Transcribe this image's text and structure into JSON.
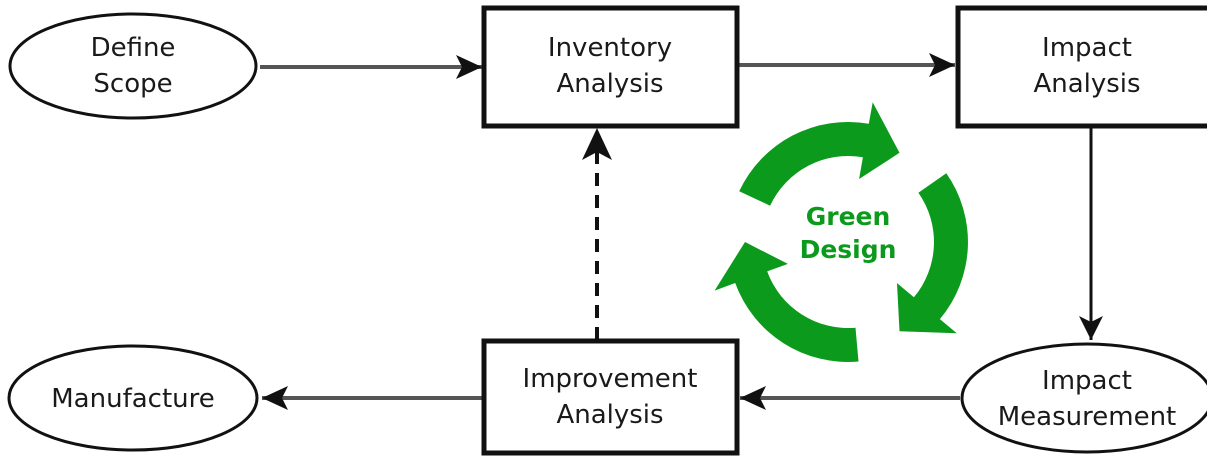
{
  "nodes": {
    "define_scope": {
      "line1": "Define",
      "line2": "Scope"
    },
    "inventory_analysis": {
      "line1": "Inventory",
      "line2": "Analysis"
    },
    "impact_analysis": {
      "line1": "Impact",
      "line2": "Analysis"
    },
    "improvement_analysis": {
      "line1": "Improvement",
      "line2": "Analysis"
    },
    "impact_measurement": {
      "line1": "Impact",
      "line2": "Measurement"
    },
    "manufacture": {
      "label": "Manufacture"
    }
  },
  "cycle": {
    "line1": "Green",
    "line2": "Design"
  },
  "colors": {
    "green": "#0b9a1c",
    "arrow": "#555555",
    "border": "#111111"
  }
}
